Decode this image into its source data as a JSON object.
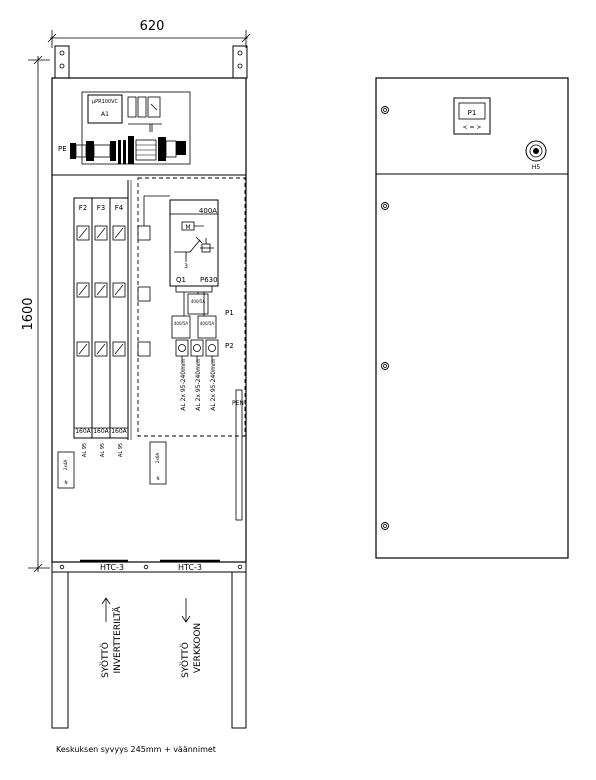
{
  "dimensions": {
    "width": "620",
    "height": "1600"
  },
  "cabinet": {
    "plc_label": "μPR100VC",
    "plc_id": "A1",
    "pe_label": "PE",
    "fuses": [
      {
        "id": "F2",
        "rating": "160A",
        "cable": "AL 95"
      },
      {
        "id": "F3",
        "rating": "160A",
        "cable": "AL 95"
      },
      {
        "id": "F4",
        "rating": "160A",
        "cable": "AL 95"
      }
    ],
    "main_switch": {
      "rating": "400A",
      "motor": "M",
      "pole_mark": "3",
      "id": "Q1",
      "type": "P630"
    },
    "surge_protectors": {
      "p1_label": "P1",
      "p2_label": "P2",
      "modules": [
        "400/5A",
        "400/5A",
        "400/5A"
      ]
    },
    "outgoing_cables": [
      "AL 2x 95-240mm",
      "AL 2x 95-240mm",
      "AL 2x 95-240mm"
    ],
    "pen_label": "PEN",
    "terminal_left": {
      "label": "2x4A",
      "sub": "N"
    },
    "terminal_right": {
      "label": "2x6A",
      "sub": "N"
    },
    "base_labels": [
      "HTC-3",
      "HTC-3"
    ],
    "feed_left": {
      "line1": "SYÖTTÖ",
      "line2": "INVERTTERILTÄ"
    },
    "feed_right": {
      "line1": "SYÖTTÖ",
      "line2": "VERKKOON"
    }
  },
  "front": {
    "meter_label": "P1",
    "meter_keys": "< = >",
    "lamp_label": "H5"
  },
  "note": "Keskuksen syvyys 245mm + väännimet"
}
